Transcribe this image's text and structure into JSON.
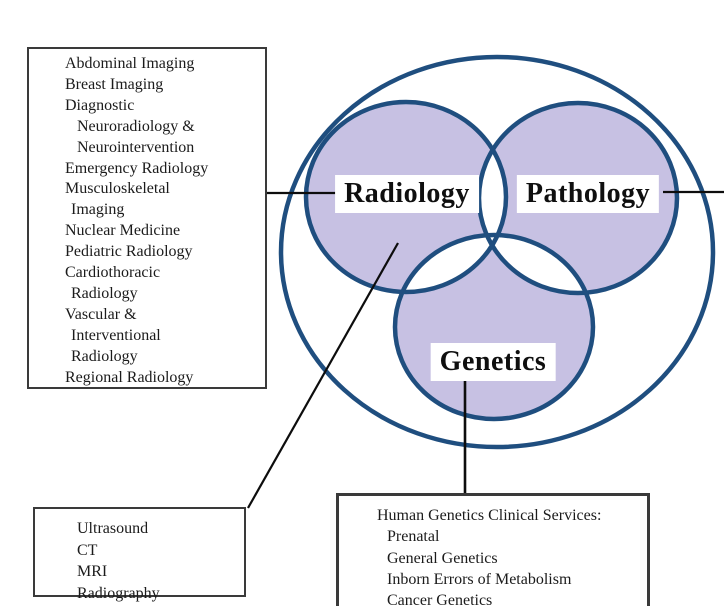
{
  "colors": {
    "circle_stroke": "#1f4e7f",
    "circle_fill": "#c7c1e3",
    "connector": "#0d0d0d",
    "box_border": "#3a3a3a",
    "background": "#ffffff"
  },
  "venn": {
    "labels": {
      "radiology": "Radiology",
      "pathology": "Pathology",
      "genetics": "Genetics"
    }
  },
  "radiology_services_box": {
    "lines": [
      "Abdominal Imaging",
      "Breast Imaging",
      "Diagnostic",
      "Neuroradiology &",
      "Neurointervention",
      "Emergency Radiology",
      "Musculoskeletal",
      "Imaging",
      "Nuclear Medicine",
      "Pediatric Radiology",
      "Cardiothoracic",
      "Radiology",
      "Vascular &",
      "Interventional",
      "Radiology",
      "Regional Radiology"
    ]
  },
  "modalities_box": {
    "lines": [
      "Ultrasound",
      "CT",
      "MRI",
      "Radiography"
    ]
  },
  "genetics_services_box": {
    "title": "Human Genetics Clinical Services:",
    "lines": [
      "Prenatal",
      "General Genetics",
      "Inborn Errors of Metabolism",
      "Cancer Genetics"
    ]
  }
}
